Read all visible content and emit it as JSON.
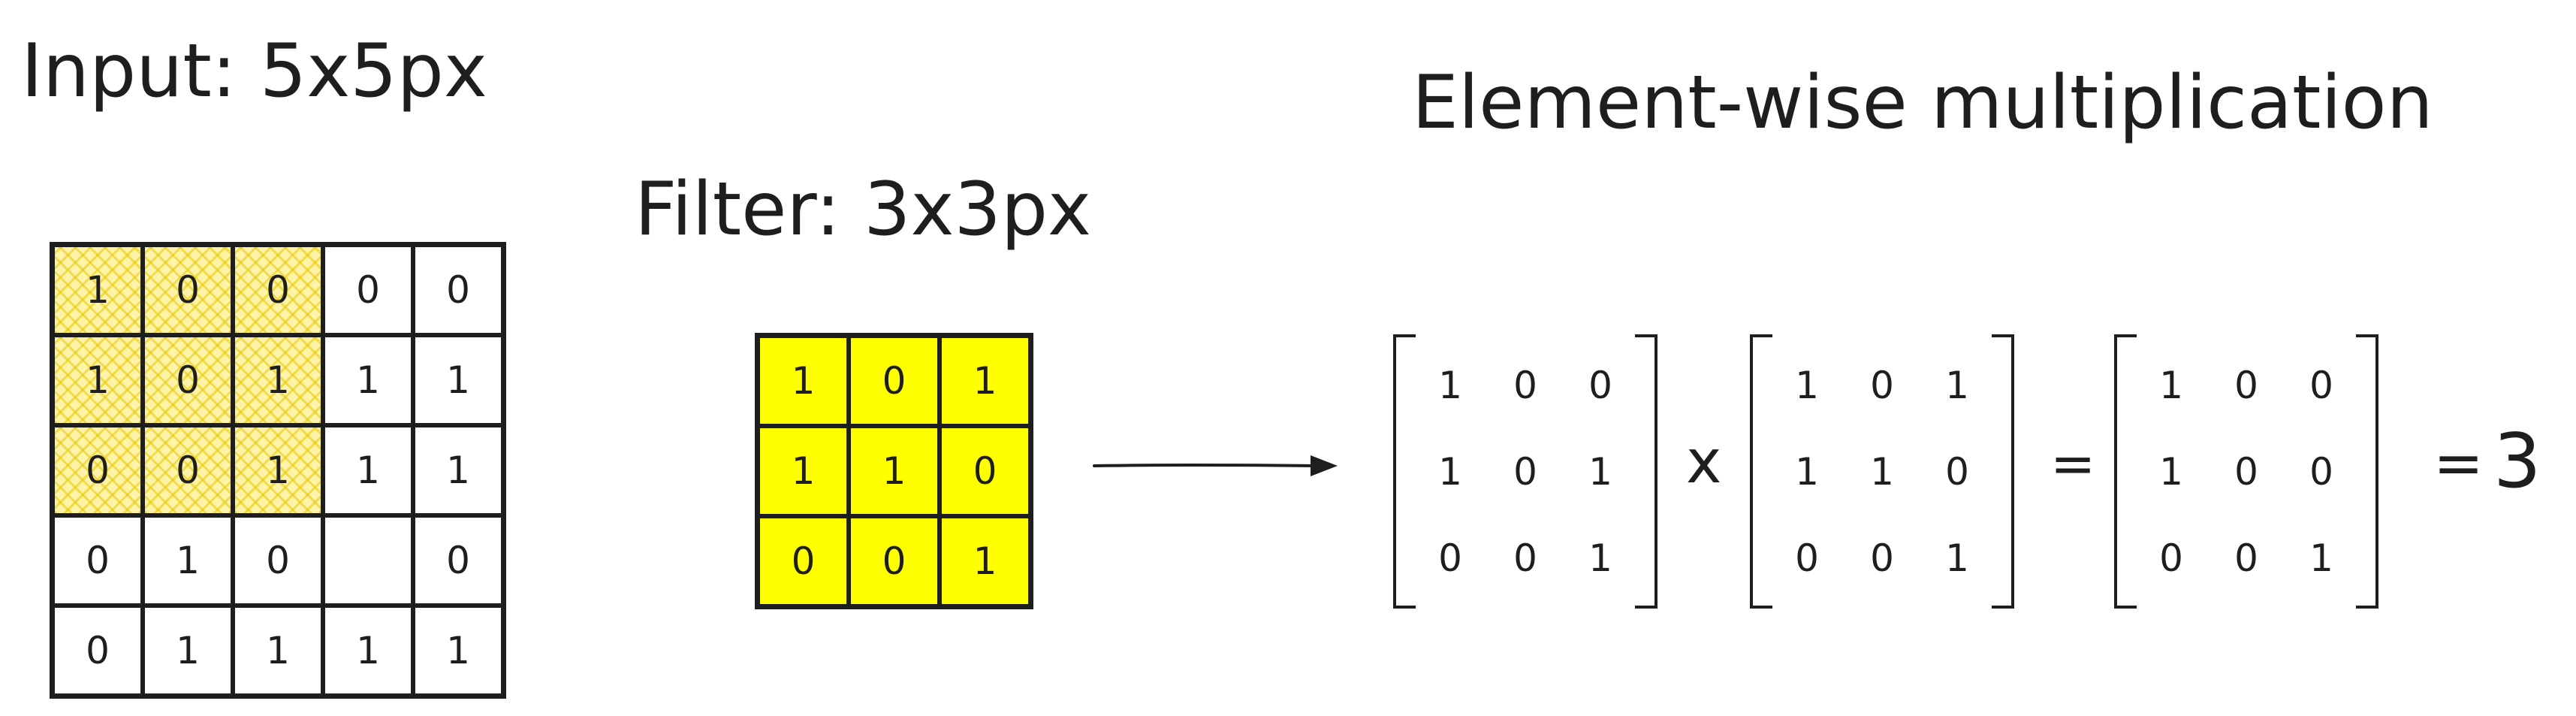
{
  "input": {
    "title": "Input: 5x5px",
    "rows": [
      [
        "1",
        "0",
        "0",
        "0",
        "0"
      ],
      [
        "1",
        "0",
        "1",
        "1",
        "1"
      ],
      [
        "0",
        "0",
        "1",
        "1",
        "1"
      ],
      [
        "0",
        "1",
        "0",
        "",
        "0"
      ],
      [
        "0",
        "1",
        "1",
        "1",
        "1"
      ]
    ]
  },
  "filter": {
    "title": "Filter: 3x3px",
    "rows": [
      [
        "1",
        "0",
        "1"
      ],
      [
        "1",
        "1",
        "0"
      ],
      [
        "0",
        "0",
        "1"
      ]
    ]
  },
  "multiplication": {
    "title": "Element-wise multiplication",
    "matrix_a": [
      [
        "1",
        "0",
        "0"
      ],
      [
        "1",
        "0",
        "1"
      ],
      [
        "0",
        "0",
        "1"
      ]
    ],
    "operator_times": "x",
    "matrix_b": [
      [
        "1",
        "0",
        "1"
      ],
      [
        "1",
        "1",
        "0"
      ],
      [
        "0",
        "0",
        "1"
      ]
    ],
    "operator_equals": "=",
    "matrix_result": [
      [
        "1",
        "0",
        "0"
      ],
      [
        "1",
        "0",
        "0"
      ],
      [
        "0",
        "0",
        "1"
      ]
    ],
    "sum_equals": "=",
    "sum_value": "3"
  },
  "colors": {
    "filter_fill": "#ffff00",
    "highlight_hatch": "#e6c800",
    "stroke": "#1e1e1e"
  }
}
